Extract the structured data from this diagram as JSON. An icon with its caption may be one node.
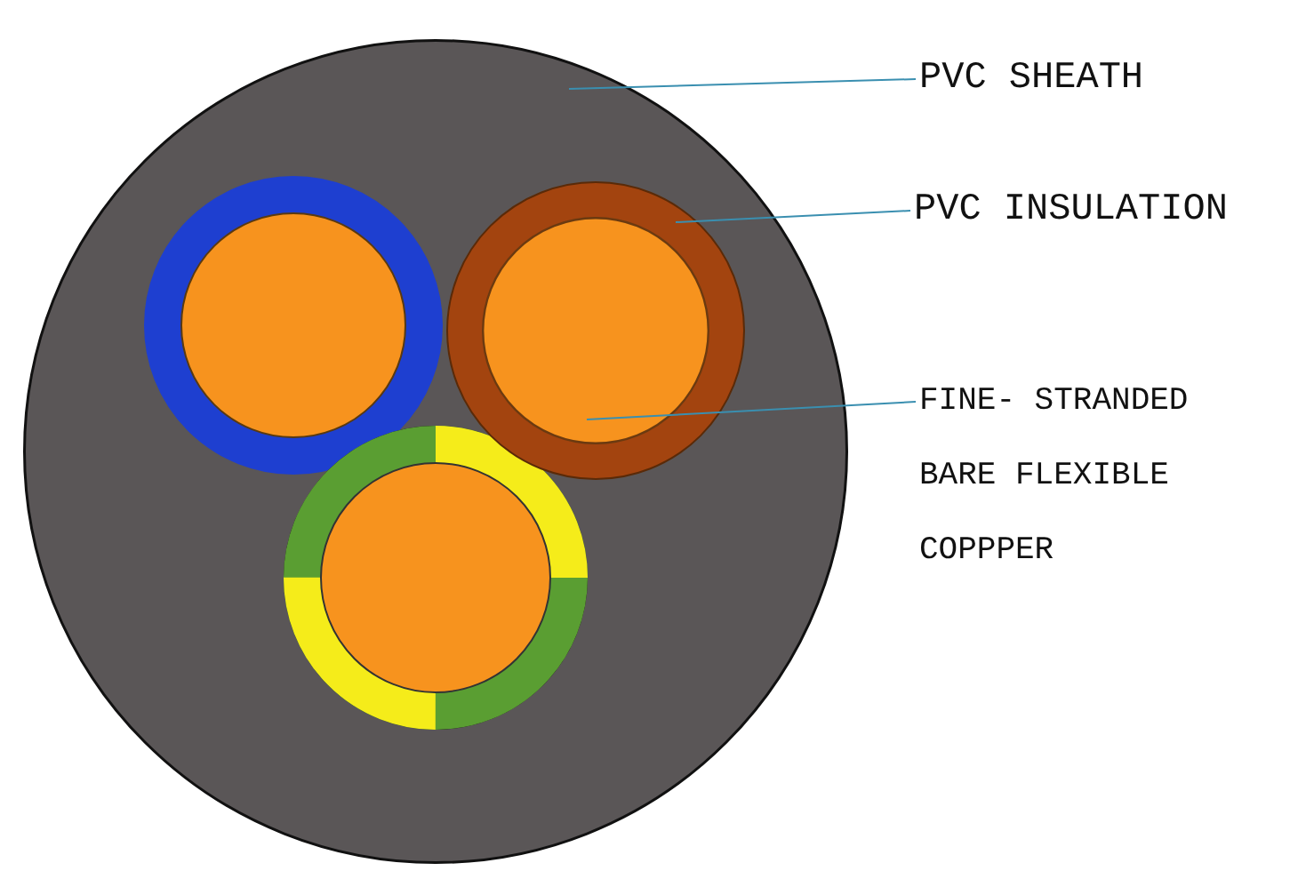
{
  "diagram": {
    "nodes": [
      {
        "text": [
          "PVC SHEATH"
        ]
      },
      {
        "text": [],
        "shape": "circle"
      },
      {
        "text": [
          "PVC INSULATION"
        ]
      },
      {
        "text": [],
        "shape": "circle",
        "in": 1
      },
      {
        "text": [
          "FINE- STRANDED BARE FLEXIBLE COPPPER"
        ]
      },
      {
        "text": [],
        "shape": "circle",
        "in": 3
      }
    ],
    "edges": [
      {
        "from": 0,
        "to": 1,
        "arrow": "none"
      },
      {
        "from": 2,
        "to": 3,
        "arrow": "none"
      },
      {
        "from": 4,
        "to": 5,
        "arrow": "none"
      }
    ]
  }
}
